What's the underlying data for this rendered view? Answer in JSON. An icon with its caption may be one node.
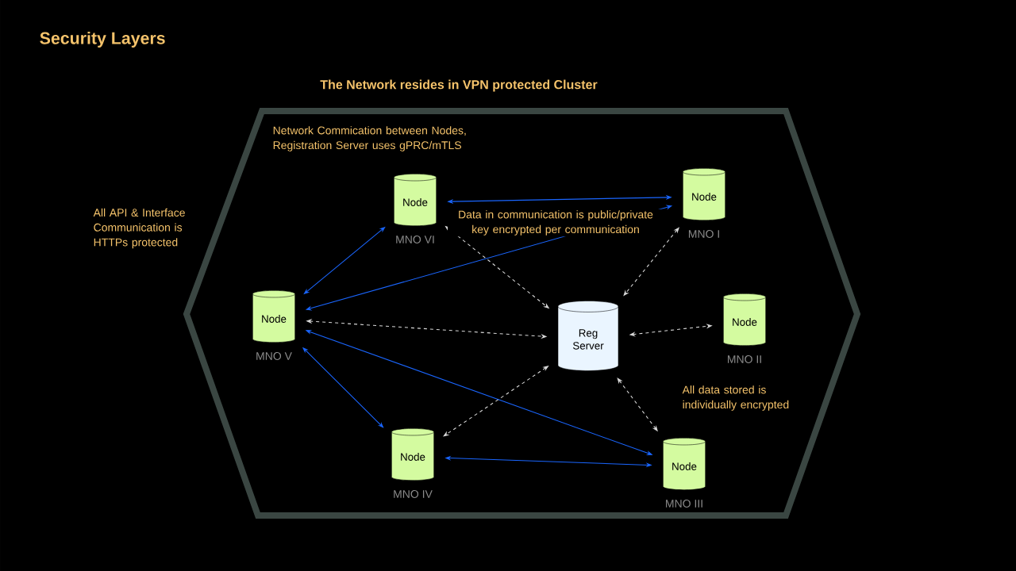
{
  "diagram": {
    "title": "Security Layers",
    "nodes": [
      {
        "text": [
          "The Network resides in VPN protected Cluster"
        ]
      },
      {
        "text": [
          "Node"
        ],
        "beside": [
          "MNO VI"
        ],
        "in": 0
      },
      {
        "text": [
          "Node"
        ],
        "beside": [
          "MNO I"
        ],
        "in": 0
      },
      {
        "text": [
          "Node"
        ],
        "beside": [
          "MNO V"
        ],
        "in": 0
      },
      {
        "text": [
          "Reg Server"
        ],
        "in": 0
      },
      {
        "text": [
          "Node"
        ],
        "beside": [
          "MNO II"
        ],
        "in": 0
      },
      {
        "text": [
          "Node"
        ],
        "beside": [
          "MNO IV"
        ],
        "in": 0
      },
      {
        "text": [
          "Node"
        ],
        "beside": [
          "MNO III"
        ],
        "in": 0
      }
    ],
    "edges": [
      {
        "from": 1,
        "to": 2,
        "arrow": "both"
      },
      {
        "from": 1,
        "to": 3,
        "arrow": "both"
      },
      {
        "from": 3,
        "to": 2,
        "arrow": "both"
      },
      {
        "from": 3,
        "to": 7,
        "arrow": "both"
      },
      {
        "from": 3,
        "to": 6,
        "arrow": "both"
      },
      {
        "from": 6,
        "to": 7,
        "arrow": "both"
      },
      {
        "from": 1,
        "to": 4,
        "arrow": "both",
        "style": "dashed",
        "color": "#d9d9d9"
      },
      {
        "from": 2,
        "to": 4,
        "arrow": "both",
        "style": "dashed",
        "color": "#d9d9d9"
      },
      {
        "from": 3,
        "to": 4,
        "arrow": "both",
        "style": "dashed",
        "color": "#d9d9d9"
      },
      {
        "from": 4,
        "to": 5,
        "arrow": "both",
        "style": "dashed",
        "color": "#d9d9d9"
      },
      {
        "from": 4,
        "to": 6,
        "arrow": "both",
        "style": "dashed",
        "color": "#d9d9d9"
      },
      {
        "from": 4,
        "to": 7,
        "arrow": "both",
        "style": "dashed",
        "color": "#d9d9d9"
      }
    ],
    "labels": [
      "Network Commication between Nodes, Registration Server uses gPRC/mTLS",
      "All API & Interface Communication is HTTPs protected",
      "Data in communication is public/private key encrypted per communication",
      "All data stored is individually encrypted"
    ]
  }
}
